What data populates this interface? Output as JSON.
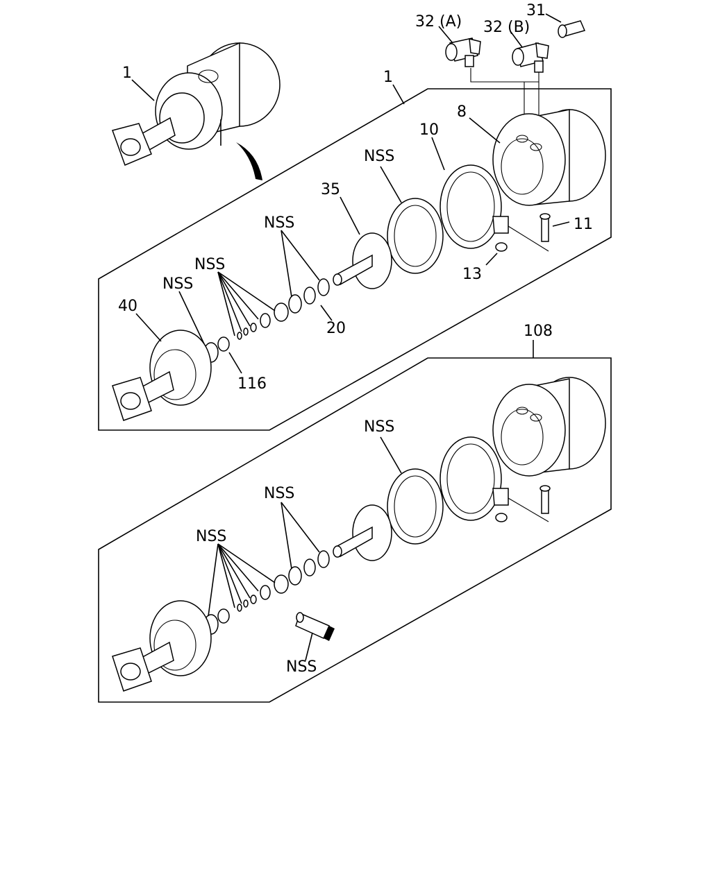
{
  "labels": {
    "p32a": "32 (A)",
    "p32b": "32 (B)",
    "p31": "31",
    "p1_top": "1",
    "p1_assy": "1",
    "p8": "8",
    "p10": "10",
    "p35": "35",
    "p11": "11",
    "p13": "13",
    "p20": "20",
    "p40": "40",
    "p116": "116",
    "p108": "108",
    "nss_1a": "NSS",
    "nss_1b": "NSS",
    "nss_1c": "NSS",
    "nss_1d": "NSS",
    "nss_2a": "NSS",
    "nss_2b": "NSS",
    "nss_2c": "NSS",
    "nss_2d": "NSS"
  }
}
